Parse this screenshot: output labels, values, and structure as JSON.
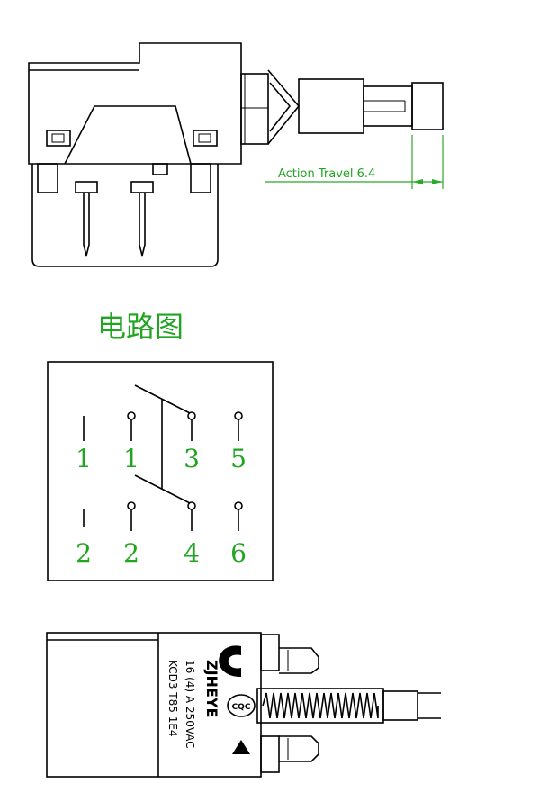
{
  "top_view": {
    "action_travel_label": "Action Travel 6.4"
  },
  "circuit": {
    "title": "电路图",
    "top_labels": [
      "1",
      "1",
      "3",
      "5"
    ],
    "bottom_labels": [
      "2",
      "2",
      "4",
      "6"
    ]
  },
  "side_view": {
    "brand": "ZJHEYE",
    "rating": "16 (4) A  250VAC",
    "model": "KCD3   T85  1E4",
    "cqc_mark": "CQC"
  },
  "colors": {
    "dimension_green": "#2ca82c",
    "label_green": "#1fa51f",
    "line": "#000000"
  }
}
